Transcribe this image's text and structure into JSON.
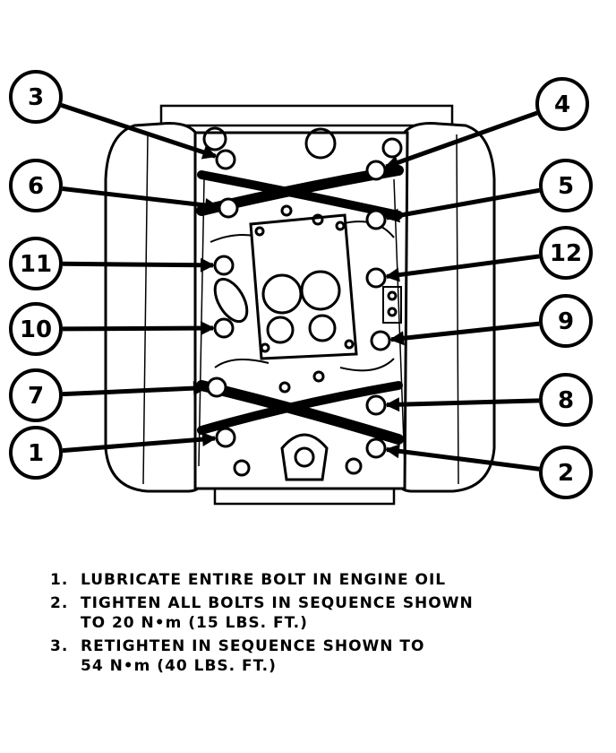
{
  "callouts": [
    {
      "label": "3"
    },
    {
      "label": "4"
    },
    {
      "label": "6"
    },
    {
      "label": "5"
    },
    {
      "label": "11"
    },
    {
      "label": "12"
    },
    {
      "label": "10"
    },
    {
      "label": "9"
    },
    {
      "label": "7"
    },
    {
      "label": "8"
    },
    {
      "label": "1"
    },
    {
      "label": "2"
    }
  ],
  "instructions": [
    {
      "number": "1.",
      "lines": [
        "LUBRICATE ENTIRE BOLT IN ENGINE OIL"
      ]
    },
    {
      "number": "2.",
      "lines": [
        "TIGHTEN ALL BOLTS IN SEQUENCE SHOWN",
        "TO 20 N•m (15 LBS. FT.)"
      ]
    },
    {
      "number": "3.",
      "lines": [
        "RETIGHTEN IN SEQUENCE SHOWN TO",
        "54 N•m (40 LBS. FT.)"
      ]
    }
  ]
}
